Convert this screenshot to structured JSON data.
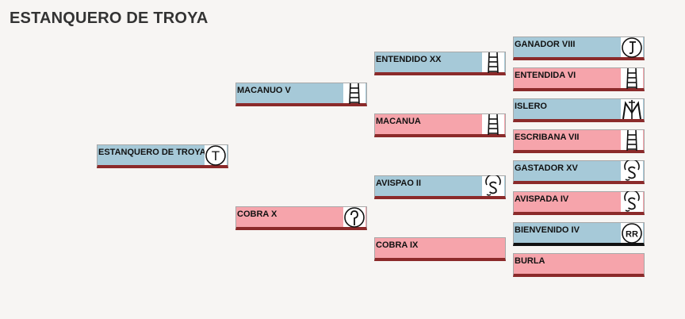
{
  "title": "ESTANQUERO DE TROYA",
  "pedigree": {
    "subject": {
      "name": "ESTANQUERO DE TROYA",
      "sex": "male",
      "brand": "circle-t-brand-icon"
    },
    "sire": {
      "name": "MACANUO V",
      "sex": "male",
      "brand": "ladder-brand-icon"
    },
    "dam": {
      "name": "COBRA X",
      "sex": "female",
      "brand": "circle-hook-brand-icon"
    },
    "sire_sire": {
      "name": "ENTENDIDO XX",
      "sex": "male",
      "brand": "ladder-brand-icon"
    },
    "sire_dam": {
      "name": "MACANUA",
      "sex": "female",
      "brand": "ladder-brand-icon"
    },
    "dam_sire": {
      "name": "AVISPAO II",
      "sex": "male",
      "brand": "circle-s-brand-icon"
    },
    "dam_dam": {
      "name": "COBRA IX",
      "sex": "female",
      "brand": ""
    },
    "g3": [
      {
        "name": "GANADOR VIII",
        "sex": "male",
        "brand": "circle-j-brand-icon"
      },
      {
        "name": "ENTENDIDA VI",
        "sex": "female",
        "brand": "ladder-brand-icon"
      },
      {
        "name": "ISLERO",
        "sex": "male",
        "brand": "m-cross-brand-icon"
      },
      {
        "name": "ESCRIBANA VII",
        "sex": "female",
        "brand": "ladder-brand-icon"
      },
      {
        "name": "GASTADOR XV",
        "sex": "male",
        "brand": "circle-s-brand-icon"
      },
      {
        "name": "AVISPADA IV",
        "sex": "female",
        "brand": "circle-s-brand-icon"
      },
      {
        "name": "BIENVENIDO IV",
        "sex": "male",
        "brand": "circle-rr-brand-icon"
      },
      {
        "name": "BURLA",
        "sex": "female",
        "brand": ""
      }
    ]
  },
  "brand_labels": {
    "circle_t": "T",
    "circle_rr": "RR"
  },
  "colors": {
    "male": "#a6c9d8",
    "female": "#f6a4ab",
    "bottom_border": "#8b2a2a"
  }
}
